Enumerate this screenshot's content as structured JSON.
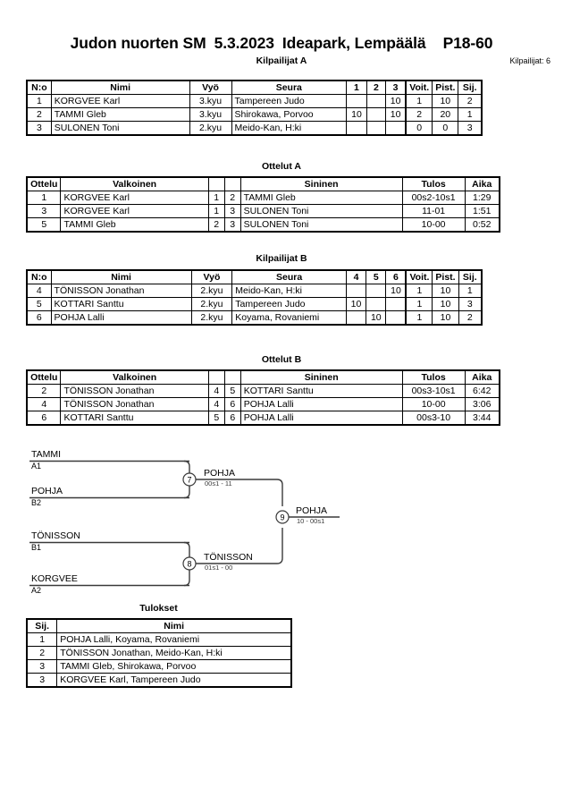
{
  "header": {
    "event": "Judon nuorten SM",
    "date": "5.3.2023",
    "venue": "Ideapark, Lempäälä",
    "category": "P18-60",
    "entrant_count": "Kilpailijat: 6"
  },
  "pool_a": {
    "caption": "Kilpailijat A",
    "columns": {
      "no": "N:o",
      "name": "Nimi",
      "belt": "Vyö",
      "club": "Seura",
      "m1": "1",
      "m2": "2",
      "m3": "3",
      "wins": "Voit.",
      "points": "Pist.",
      "rank": "Sij."
    },
    "rows": [
      {
        "no": "1",
        "name": "KORGVEE Karl",
        "belt": "3.kyu",
        "club": "Tampereen Judo",
        "m1": "",
        "m2": "",
        "m3": "10",
        "wins": "1",
        "points": "10",
        "rank": "2"
      },
      {
        "no": "2",
        "name": "TAMMI Gleb",
        "belt": "3.kyu",
        "club": "Shirokawa, Porvoo",
        "m1": "10",
        "m2": "",
        "m3": "10",
        "wins": "2",
        "points": "20",
        "rank": "1"
      },
      {
        "no": "3",
        "name": "SULONEN Toni",
        "belt": "2.kyu",
        "club": "Meido-Kan, H:ki",
        "m1": "",
        "m2": "",
        "m3": "",
        "wins": "0",
        "points": "0",
        "rank": "3"
      }
    ]
  },
  "matches_a": {
    "caption": "Ottelut A",
    "columns": {
      "bout": "Ottelu",
      "white": "Valkoinen",
      "white_no": "",
      "blue_no": "",
      "blue": "Sininen",
      "result": "Tulos",
      "time": "Aika"
    },
    "rows": [
      {
        "bout": "1",
        "white": "KORGVEE Karl",
        "white_no": "1",
        "blue_no": "2",
        "blue": "TAMMI Gleb",
        "result": "00s2-10s1",
        "time": "1:29"
      },
      {
        "bout": "3",
        "white": "KORGVEE Karl",
        "white_no": "1",
        "blue_no": "3",
        "blue": "SULONEN Toni",
        "result": "11-01",
        "time": "1:51"
      },
      {
        "bout": "5",
        "white": "TAMMI Gleb",
        "white_no": "2",
        "blue_no": "3",
        "blue": "SULONEN Toni",
        "result": "10-00",
        "time": "0:52"
      }
    ]
  },
  "pool_b": {
    "caption": "Kilpailijat B",
    "columns": {
      "no": "N:o",
      "name": "Nimi",
      "belt": "Vyö",
      "club": "Seura",
      "m1": "4",
      "m2": "5",
      "m3": "6",
      "wins": "Voit.",
      "points": "Pist.",
      "rank": "Sij."
    },
    "rows": [
      {
        "no": "4",
        "name": "TÖNISSON Jonathan",
        "belt": "2.kyu",
        "club": "Meido-Kan, H:ki",
        "m1": "",
        "m2": "",
        "m3": "10",
        "wins": "1",
        "points": "10",
        "rank": "1"
      },
      {
        "no": "5",
        "name": "KOTTARI Santtu",
        "belt": "2.kyu",
        "club": "Tampereen Judo",
        "m1": "10",
        "m2": "",
        "m3": "",
        "wins": "1",
        "points": "10",
        "rank": "3"
      },
      {
        "no": "6",
        "name": "POHJA Lalli",
        "belt": "2.kyu",
        "club": "Koyama, Rovaniemi",
        "m1": "",
        "m2": "10",
        "m3": "",
        "wins": "1",
        "points": "10",
        "rank": "2"
      }
    ]
  },
  "matches_b": {
    "caption": "Ottelut B",
    "columns": {
      "bout": "Ottelu",
      "white": "Valkoinen",
      "white_no": "",
      "blue_no": "",
      "blue": "Sininen",
      "result": "Tulos",
      "time": "Aika"
    },
    "rows": [
      {
        "bout": "2",
        "white": "TÖNISSON Jonathan",
        "white_no": "4",
        "blue_no": "5",
        "blue": "KOTTARI Santtu",
        "result": "00s3-10s1",
        "time": "6:42"
      },
      {
        "bout": "4",
        "white": "TÖNISSON Jonathan",
        "white_no": "4",
        "blue_no": "6",
        "blue": "POHJA Lalli",
        "result": "10-00",
        "time": "3:06"
      },
      {
        "bout": "6",
        "white": "KOTTARI Santtu",
        "white_no": "5",
        "blue_no": "6",
        "blue": "POHJA Lalli",
        "result": "00s3-10",
        "time": "3:44"
      }
    ]
  },
  "bracket": {
    "entrants": [
      {
        "name": "TAMMI",
        "seed": "A1"
      },
      {
        "name": "POHJA",
        "seed": "B2"
      },
      {
        "name": "TÖNISSON",
        "seed": "B1"
      },
      {
        "name": "KORGVEE",
        "seed": "A2"
      }
    ],
    "nodes": [
      {
        "number": "7",
        "winner": "POHJA",
        "score": "00s1 - 11"
      },
      {
        "number": "8",
        "winner": "TÖNISSON",
        "score": "01s1 - 00"
      },
      {
        "number": "9",
        "winner": "POHJA",
        "score": "10 - 00s1"
      }
    ]
  },
  "results": {
    "caption": "Tulokset",
    "columns": {
      "rank": "Sij.",
      "name": "Nimi"
    },
    "rows": [
      {
        "rank": "1",
        "name": "POHJA Lalli, Koyama, Rovaniemi"
      },
      {
        "rank": "2",
        "name": "TÖNISSON Jonathan, Meido-Kan, H:ki"
      },
      {
        "rank": "3",
        "name": "TAMMI Gleb, Shirokawa, Porvoo"
      },
      {
        "rank": "3",
        "name": "KORGVEE Karl, Tampereen Judo"
      }
    ]
  }
}
